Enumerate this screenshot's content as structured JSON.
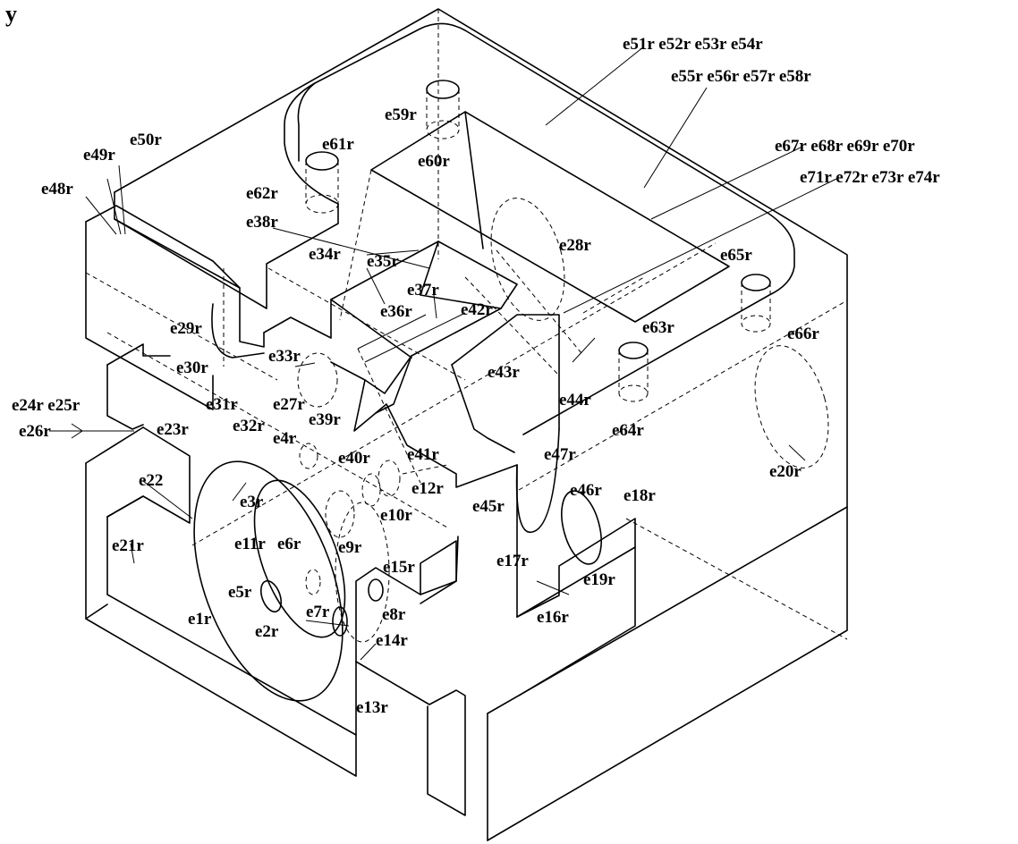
{
  "figure": {
    "caption_fragment": "y",
    "labels": {
      "e1r": "e1r",
      "e2r": "e2r",
      "e3r": "e3r",
      "e4r": "e4r",
      "e5r": "e5r",
      "e6r": "e6r",
      "e7r": "e7r",
      "e8r": "e8r",
      "e9r": "e9r",
      "e10r": "e10r",
      "e11r": "e11r",
      "e12r": "e12r",
      "e13r": "e13r",
      "e14r": "e14r",
      "e15r": "e15r",
      "e16r": "e16r",
      "e17r": "e17r",
      "e18r": "e18r",
      "e19r": "e19r",
      "e20r": "e20r",
      "e21r": "e21r",
      "e22": "e22",
      "e23r": "e23r",
      "e24_25r": "e24r e25r",
      "e26r": "e26r",
      "e27r": "e27r",
      "e28r": "e28r",
      "e29r": "e29r",
      "e30r": "e30r",
      "e31r": "e31r",
      "e32r": "e32r",
      "e33r": "e33r",
      "e34r": "e34r",
      "e35r": "e35r",
      "e36r": "e36r",
      "e37r": "e37r",
      "e38r": "e38r",
      "e39r": "e39r",
      "e40r": "e40r",
      "e41r": "e41r",
      "e42r": "e42r",
      "e43r": "e43r",
      "e44r": "e44r",
      "e45r": "e45r",
      "e46r": "e46r",
      "e47r": "e47r",
      "e48r": "e48r",
      "e49r": "e49r",
      "e50r": "e50r",
      "e51_54r": "e51r e52r e53r e54r",
      "e55_58r": "e55r e56r e57r e58r",
      "e59r": "e59r",
      "e60r": "e60r",
      "e61r": "e61r",
      "e62r": "e62r",
      "e63r": "e63r",
      "e64r": "e64r",
      "e65r": "e65r",
      "e66r": "e66r",
      "e67_70r": "e67r e68r e69r e70r",
      "e71_74r": "e71r e72r e73r e74r"
    }
  }
}
